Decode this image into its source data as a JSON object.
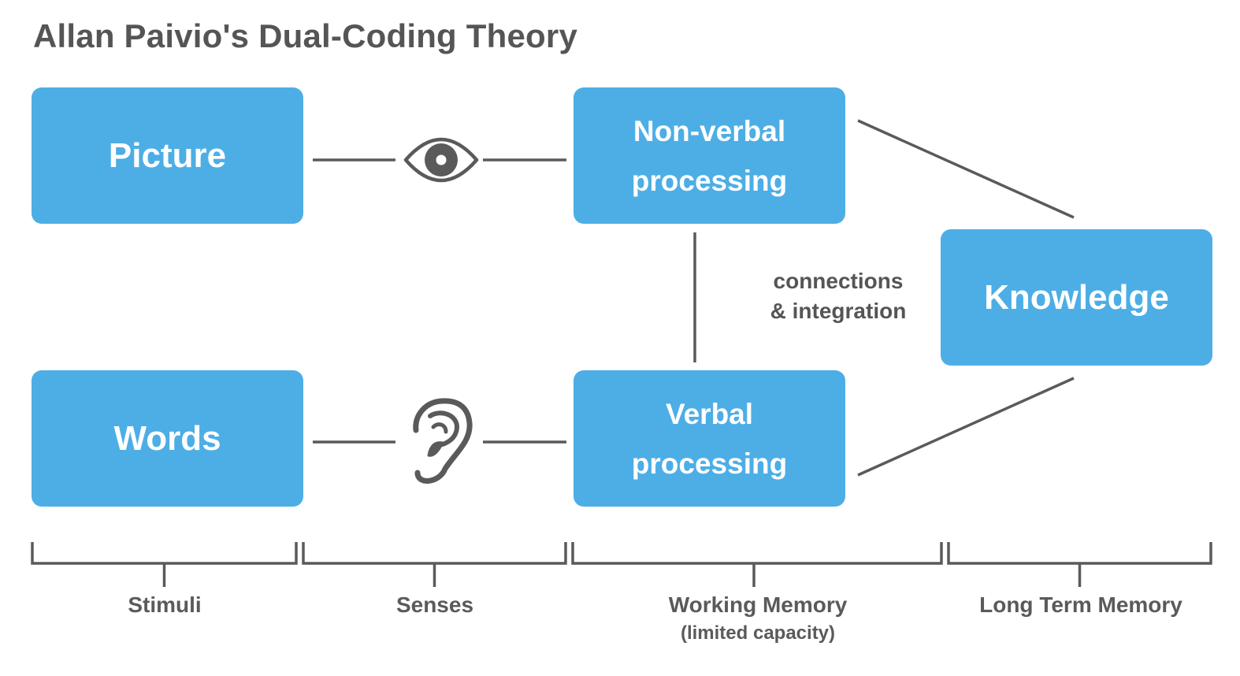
{
  "title": "Allan Paivio's Dual-Coding Theory",
  "boxes": {
    "picture": "Picture",
    "words": "Words",
    "nonverbal": [
      "Non-verbal",
      "processing"
    ],
    "verbal": [
      "Verbal",
      "processing"
    ],
    "knowledge": "Knowledge"
  },
  "connection_note": [
    "connections",
    "& integration"
  ],
  "stages": {
    "stimuli": "Stimuli",
    "senses": "Senses",
    "working_memory": "Working Memory",
    "working_memory_sub": "(limited capacity)",
    "long_term_memory": "Long Term Memory"
  },
  "icons": {
    "sight": "eye-icon",
    "hearing": "ear-icon"
  },
  "colors": {
    "box_fill": "#4daee6",
    "line": "#5a5a5a",
    "text_dark": "#555555"
  }
}
